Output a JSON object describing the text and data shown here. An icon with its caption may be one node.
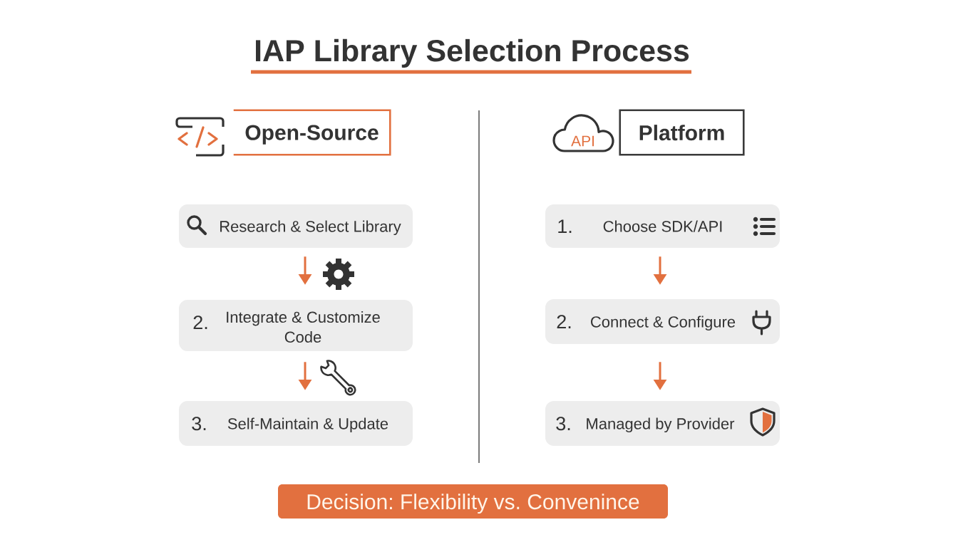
{
  "diagram": {
    "title": "IAP Library Selection Process",
    "nodes": [
      {
        "text": [
          "Open-Source"
        ]
      },
      {
        "text": [
          "Platform"
        ]
      },
      {
        "text": [
          "Research & Select Library"
        ]
      },
      {
        "text": [
          "2.",
          "Integrate & Customize Code"
        ]
      },
      {
        "text": [
          "3.",
          "Self-Maintain & Update"
        ]
      },
      {
        "text": [
          "1.",
          "Choose SDK/API"
        ]
      },
      {
        "text": [
          "2.",
          "Connect & Configure"
        ]
      },
      {
        "text": [
          "3.",
          "Managed by Provider"
        ]
      },
      {
        "text": [
          "Decision: Flexibility vs. Convenince"
        ]
      }
    ],
    "edges": [
      {
        "from": 2,
        "to": 3,
        "arrow": "to"
      },
      {
        "from": 3,
        "to": 4,
        "arrow": "to"
      },
      {
        "from": 5,
        "to": 6,
        "arrow": "to"
      },
      {
        "from": 6,
        "to": 7,
        "arrow": "to"
      }
    ],
    "labels": [
      "API"
    ]
  }
}
